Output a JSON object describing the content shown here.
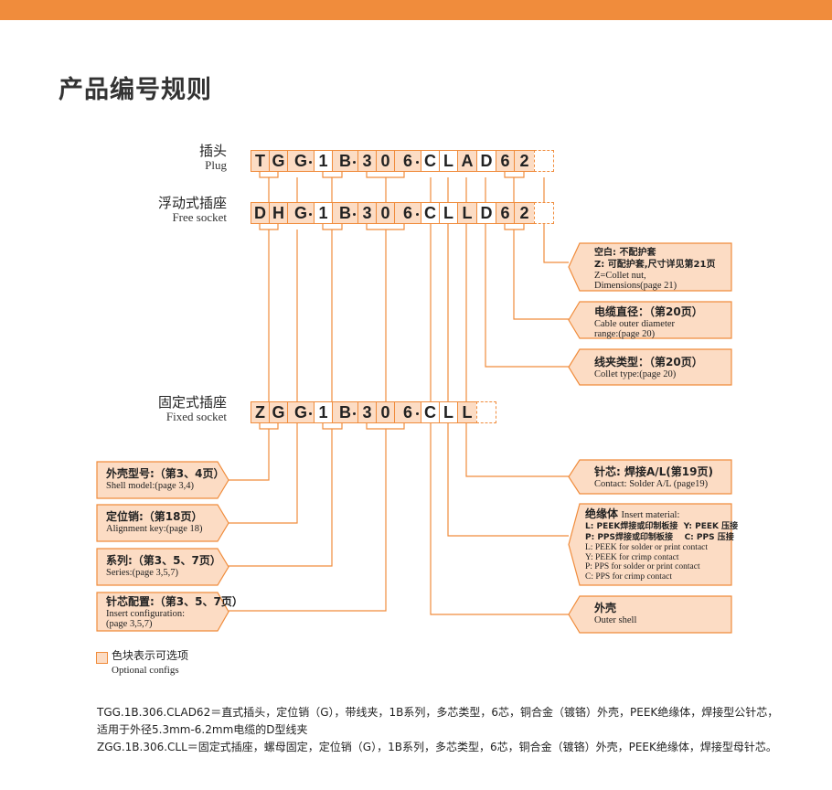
{
  "title": "产品编号规则",
  "colors": {
    "accent": "#F08C3C",
    "optional_fill": "#FCDCC4"
  },
  "rows": [
    {
      "cn": "插头",
      "en": "Plug",
      "cells": [
        [
          "T",
          1
        ],
        [
          "G",
          1
        ],
        [
          "G",
          1
        ],
        [
          "1",
          0
        ],
        [
          "B",
          1
        ],
        [
          "3",
          1
        ],
        [
          "0",
          1
        ],
        [
          "6",
          1
        ],
        [
          "C",
          0
        ],
        [
          "L",
          0
        ],
        [
          "A",
          1
        ],
        [
          "D",
          0
        ],
        [
          "6",
          1
        ],
        [
          "2",
          1
        ]
      ]
    },
    {
      "cn": "浮动式插座",
      "en": "Free socket",
      "cells": [
        [
          "D",
          1
        ],
        [
          "H",
          1
        ],
        [
          "G",
          1
        ],
        [
          "1",
          0
        ],
        [
          "B",
          1
        ],
        [
          "3",
          1
        ],
        [
          "0",
          1
        ],
        [
          "6",
          1
        ],
        [
          "C",
          0
        ],
        [
          "L",
          0
        ],
        [
          "L",
          1
        ],
        [
          "D",
          0
        ],
        [
          "6",
          1
        ],
        [
          "2",
          1
        ]
      ]
    },
    {
      "cn": "固定式插座",
      "en": "Fixed socket",
      "cells": [
        [
          "Z",
          1
        ],
        [
          "G",
          1
        ],
        [
          "G",
          1
        ],
        [
          "1",
          0
        ],
        [
          "B",
          1
        ],
        [
          "3",
          1
        ],
        [
          "0",
          1
        ],
        [
          "6",
          1
        ],
        [
          "C",
          0
        ],
        [
          "L",
          0
        ],
        [
          "L",
          1
        ]
      ]
    }
  ],
  "left_callouts": [
    {
      "cn": "外壳型号:（第3、4页）",
      "en": [
        "Shell model:(page 3,4)"
      ]
    },
    {
      "cn": "定位销:（第18页）",
      "en": [
        "Alignment key:(page 18)"
      ]
    },
    {
      "cn": "系列:（第3、5、7页）",
      "en": [
        "Series:(page 3,5,7)"
      ]
    },
    {
      "cn": "针芯配置:（第3、5、7页）",
      "en": [
        "Insert configuration:",
        "(page 3,5,7)"
      ]
    }
  ],
  "right_callouts": {
    "nut": {
      "l1": "空白: 不配护套",
      "l2": "Z: 可配护套,尺寸详见第21页",
      "en1": "Z=Collet nut,",
      "en2": "Dimensions(page 21)"
    },
    "cable": {
      "cn": "电缆直径：（第20页）",
      "en1": "Cable outer diameter",
      "en2": "range:(page 20)"
    },
    "collet": {
      "cn": "线夹类型：（第20页）",
      "en1": "Collet type:(page 20)"
    },
    "contact": {
      "cn": "针芯: 焊接A/L(第19页)",
      "en1": "Contact: Solder A/L (page19)"
    },
    "insert": {
      "cn": "绝缘体",
      "en_title": "Insert material:",
      "m1": "L: PEEK焊接或印制板接",
      "m2": "Y: PEEK 压接",
      "m3": "P: PPS焊接或印制板接",
      "m4": "C: PPS 压接",
      "e1": "L: PEEK  for solder or print contact",
      "e2": "Y: PEEK  for crimp contact",
      "e3": "P: PPS  for solder or print contact",
      "e4": "C: PPS  for crimp contact"
    },
    "shell": {
      "cn": "外壳",
      "en1": "Outer shell"
    }
  },
  "legend": {
    "cn": "色块表示可选项",
    "en": "Optional configs"
  },
  "notes": [
    "TGG.1B.306.CLAD62＝直式插头，定位销（G），带线夹，1B系列，多芯类型，6芯，铜合金（镀铬）外壳，PEEK绝缘体，焊接型公针芯，",
    "适用于外径5.3mm-6.2mm电缆的D型线夹",
    "ZGG.1B.306.CLL＝固定式插座，螺母固定，定位销（G），1B系列，多芯类型，6芯，铜合金（镀铬）外壳，PEEK绝缘体，焊接型母针芯。"
  ]
}
